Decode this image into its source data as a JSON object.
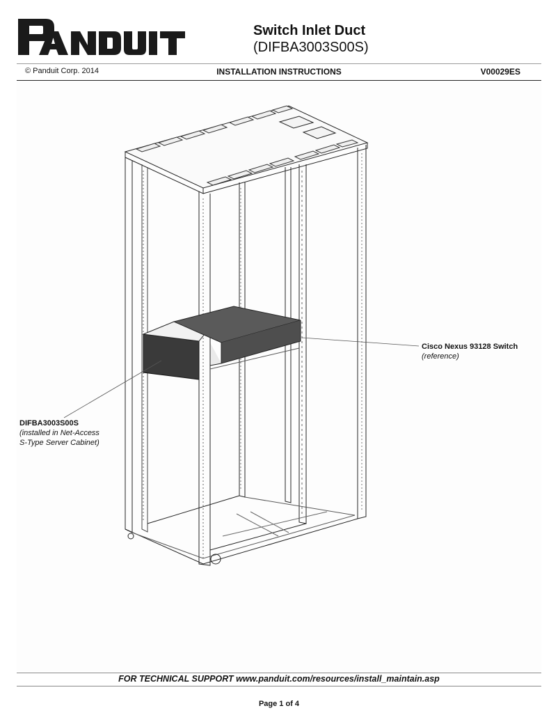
{
  "header": {
    "logo_text": "PANDUIT",
    "title": "Switch Inlet Duct",
    "part_number": "(DIFBA3003S00S)",
    "copyright": "© Panduit Corp. 2014",
    "document_type": "INSTALLATION INSTRUCTIONS",
    "document_id": "V00029ES"
  },
  "figure": {
    "description": "Isometric line drawing of an open server cabinet with a switch inlet duct and a switch installed",
    "callouts": [
      {
        "name": "Cisco Nexus 93128 Switch",
        "note": "(reference)"
      },
      {
        "name": "DIFBA3003S00S",
        "note_line1": "(installed in Net-Access",
        "note_line2": "S-Type Server Cabinet)"
      }
    ]
  },
  "footer": {
    "support_text": "FOR TECHNICAL SUPPORT www.panduit.com/resources/install_maintain.asp",
    "page_label": "Page 1 of 4"
  },
  "colors": {
    "text": "#111111",
    "rule_gray": "#9a9a9a",
    "switch_fill": "#5a5a5a",
    "duct_fill": "#3a3a3a"
  }
}
